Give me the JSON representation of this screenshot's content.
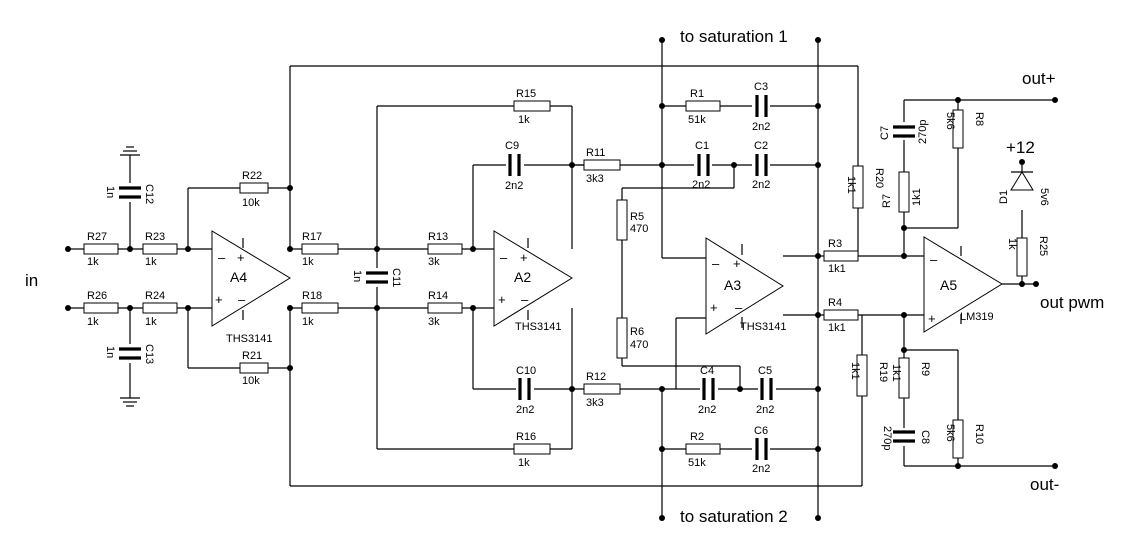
{
  "nets": {
    "in": "in",
    "saturation_1": "to saturation 1",
    "saturation_2": "to saturation 2",
    "out_plus": "out+",
    "out_minus": "out-",
    "out_pwm": "out pwm",
    "supply": "+12"
  },
  "pins": {
    "plus": "+",
    "minus": "–"
  },
  "opamps": {
    "a4": {
      "name": "A4",
      "part": "THS3141"
    },
    "a2": {
      "name": "A2",
      "part": "THS3141"
    },
    "a3": {
      "name": "A3",
      "part": "THS3141"
    },
    "a5": {
      "name": "A5",
      "part": "LM319"
    }
  },
  "parts": {
    "R1": {
      "name": "R1",
      "value": "51k"
    },
    "R2": {
      "name": "R2",
      "value": "51k"
    },
    "R3": {
      "name": "R3",
      "value": "1k1"
    },
    "R4": {
      "name": "R4",
      "value": "1k1"
    },
    "R5": {
      "name": "R5",
      "value": "470"
    },
    "R6": {
      "name": "R6",
      "value": "470"
    },
    "R7": {
      "name": "R7",
      "value": "1k1"
    },
    "R8": {
      "name": "R8",
      "value": "5k6"
    },
    "R9": {
      "name": "R9",
      "value": "1k1"
    },
    "R10": {
      "name": "R10",
      "value": "5k6"
    },
    "R11": {
      "name": "R11",
      "value": "3k3"
    },
    "R12": {
      "name": "R12",
      "value": "3k3"
    },
    "R13": {
      "name": "R13",
      "value": "3k"
    },
    "R14": {
      "name": "R14",
      "value": "3k"
    },
    "R15": {
      "name": "R15",
      "value": "1k"
    },
    "R16": {
      "name": "R16",
      "value": "1k"
    },
    "R17": {
      "name": "R17",
      "value": "1k"
    },
    "R18": {
      "name": "R18",
      "value": "1k"
    },
    "R19": {
      "name": "R19",
      "value": "1k1"
    },
    "R20": {
      "name": "R20",
      "value": "1k1"
    },
    "R21": {
      "name": "R21",
      "value": "10k"
    },
    "R22": {
      "name": "R22",
      "value": "10k"
    },
    "R23": {
      "name": "R23",
      "value": "1k"
    },
    "R24": {
      "name": "R24",
      "value": "1k"
    },
    "R25": {
      "name": "R25",
      "value": "1k"
    },
    "R26": {
      "name": "R26",
      "value": "1k"
    },
    "R27": {
      "name": "R27",
      "value": "1k"
    },
    "C1": {
      "name": "C1",
      "value": "2n2"
    },
    "C2": {
      "name": "C2",
      "value": "2n2"
    },
    "C3": {
      "name": "C3",
      "value": "2n2"
    },
    "C4": {
      "name": "C4",
      "value": "2n2"
    },
    "C5": {
      "name": "C5",
      "value": "2n2"
    },
    "C6": {
      "name": "C6",
      "value": "2n2"
    },
    "C7": {
      "name": "C7",
      "value": "270p"
    },
    "C8": {
      "name": "C8",
      "value": "270p"
    },
    "C9": {
      "name": "C9",
      "value": "2n2"
    },
    "C10": {
      "name": "C10",
      "value": "2n2"
    },
    "C11": {
      "name": "C11",
      "value": "1n"
    },
    "C12": {
      "name": "C12",
      "value": "1n"
    },
    "C13": {
      "name": "C13",
      "value": "1n"
    },
    "D1": {
      "name": "D1",
      "value": "5v6"
    }
  }
}
